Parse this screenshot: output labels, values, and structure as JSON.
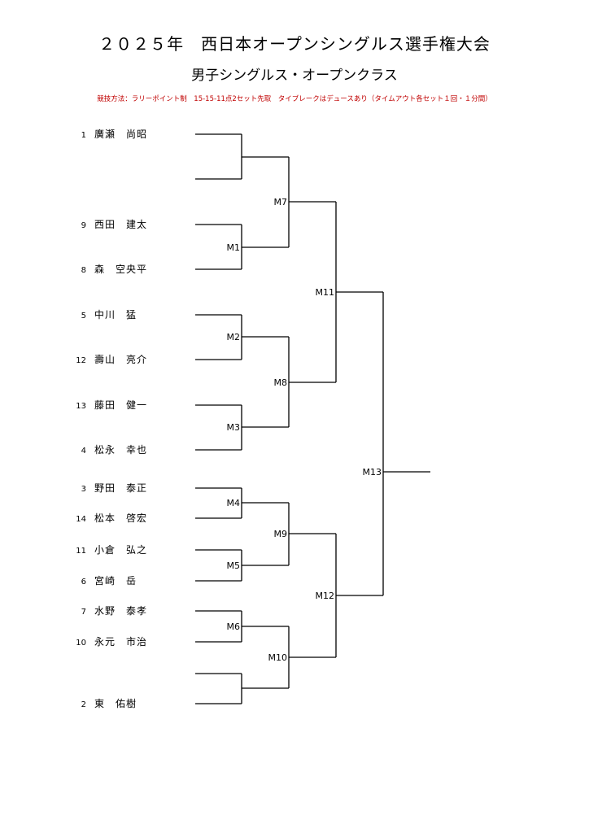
{
  "header": {
    "title": "２０２５年　西日本オープンシングルス選手権大会",
    "subtitle": "男子シングルス・オープンクラス",
    "rules": "競技方法：ラリーポイント制　15-15-11点2セット先取　タイブレークはデュースあり（タイムアウト各セット１回・１分間）"
  },
  "players": [
    {
      "seed": "1",
      "name": "廣瀬　尚昭"
    },
    {
      "seed": "9",
      "name": "西田　建太"
    },
    {
      "seed": "8",
      "name": "森　空央平"
    },
    {
      "seed": "5",
      "name": "中川　猛"
    },
    {
      "seed": "12",
      "name": "壽山　亮介"
    },
    {
      "seed": "13",
      "name": "藤田　健一"
    },
    {
      "seed": "4",
      "name": "松永　幸也"
    },
    {
      "seed": "3",
      "name": "野田　泰正"
    },
    {
      "seed": "14",
      "name": "松本　啓宏"
    },
    {
      "seed": "11",
      "name": "小倉　弘之"
    },
    {
      "seed": "6",
      "name": "宮崎　岳"
    },
    {
      "seed": "7",
      "name": "水野　泰孝"
    },
    {
      "seed": "10",
      "name": "永元　市治"
    },
    {
      "seed": "2",
      "name": "東　佑樹"
    }
  ],
  "matches": [
    "M1",
    "M2",
    "M3",
    "M4",
    "M5",
    "M6",
    "M7",
    "M8",
    "M9",
    "M10",
    "M11",
    "M12",
    "M13"
  ]
}
